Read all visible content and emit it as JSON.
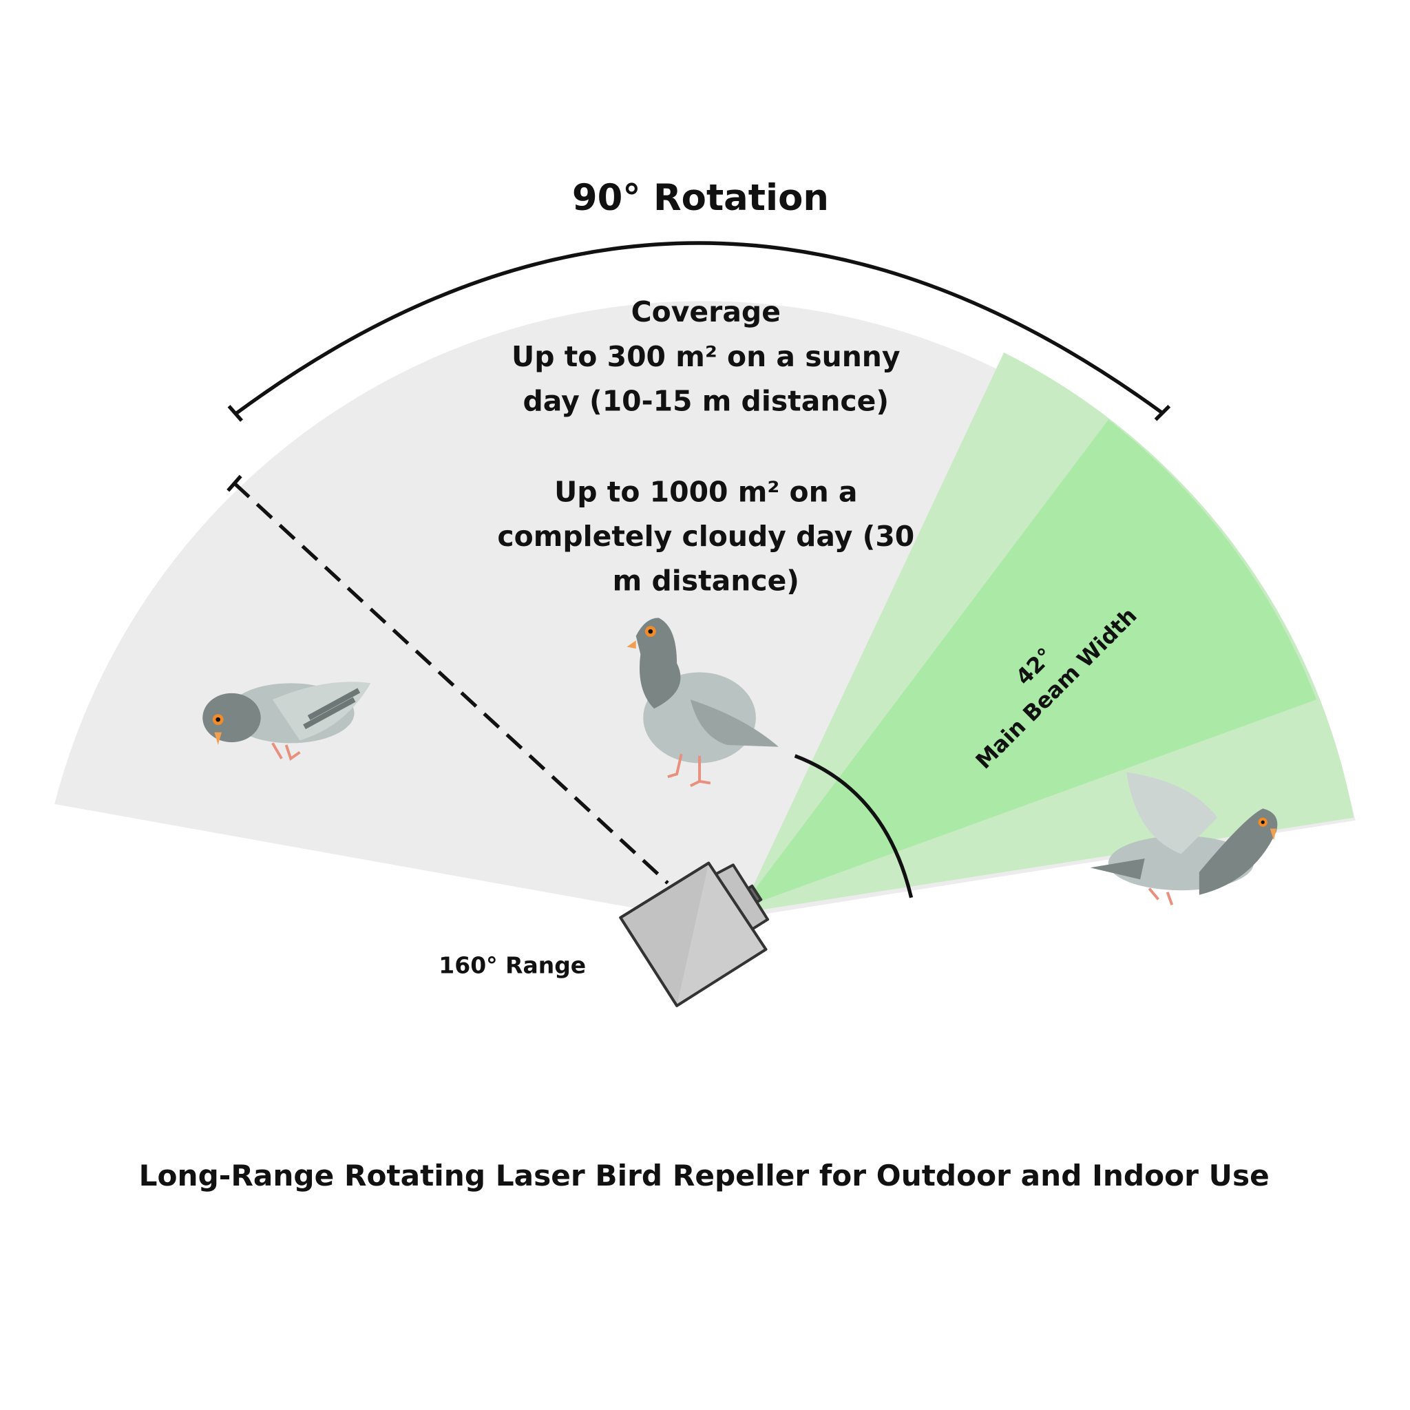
{
  "title": "90° Rotation",
  "coverage": {
    "heading": "Coverage",
    "lines": [
      "Up to 300 m² on a sunny",
      "day (10-15 m distance)",
      "",
      "Up to 1000 m² on a",
      "completely cloudy day (30",
      "m distance)"
    ]
  },
  "beam": {
    "angle": "42°",
    "label": "Main Beam Width"
  },
  "range_label": "160° Range",
  "caption": "Long-Range Rotating Laser Bird Repeller for Outdoor and Indoor Use",
  "colors": {
    "sector": "#ececec",
    "light_green": "#c8ebc3",
    "dark_green": "#abe9a6",
    "device": "#c2c2c2",
    "pigeon_dark": "#7a8584",
    "pigeon_light": "#b9c3c1",
    "feet": "#e98f7e"
  }
}
